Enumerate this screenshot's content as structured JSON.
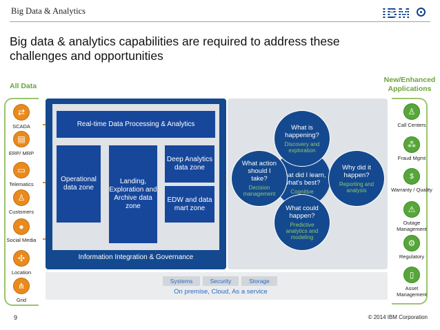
{
  "header": {
    "brand": "Big Data & Analytics",
    "logo": "IBM"
  },
  "title": "Big data & analytics capabilities are required to address these challenges and opportunities",
  "left_column": {
    "label": "All Data",
    "sources": [
      {
        "label": "SCADA",
        "icon": "scada-icon"
      },
      {
        "label": "ERP/ MRP",
        "icon": "erp-icon"
      },
      {
        "label": "Telematics",
        "icon": "car-icon"
      },
      {
        "label": "Customers",
        "icon": "person-icon"
      },
      {
        "label": "Social Media",
        "icon": "chat-icon"
      },
      {
        "label": "Location",
        "icon": "compass-icon"
      },
      {
        "label": "Grid",
        "icon": "tower-icon"
      }
    ]
  },
  "right_column": {
    "label": "New/Enhanced Applications",
    "apps": [
      {
        "label": "Call Centers",
        "icon": "person-icon"
      },
      {
        "label": "Fraud Mgmt",
        "icon": "network-icon"
      },
      {
        "label": "Warranty / Quality",
        "icon": "currency-icon"
      },
      {
        "label": "Outage Management",
        "icon": "warning-icon"
      },
      {
        "label": "Regulatory",
        "icon": "gear-icon"
      },
      {
        "label": "Asset Management",
        "icon": "meter-icon"
      }
    ]
  },
  "platform": {
    "realtime": "Real-time Data Processing & Analytics",
    "operational": "Operational data zone",
    "landing": "Landing, Exploration and Archive data zone",
    "deep": "Deep Analytics data zone",
    "edw": "EDW and data mart zone",
    "governance": "Information Integration & Governance"
  },
  "analytics": {
    "top": {
      "title": "What is happening?",
      "sub": "Discovery and exploration"
    },
    "left": {
      "title": "What action should I take?",
      "sub": "Decision management"
    },
    "center": {
      "title": "What did I learn, what's best?",
      "sub": "Cognitive"
    },
    "right": {
      "title": "Why did it happen?",
      "sub": "Reporting and analysis"
    },
    "bottom": {
      "title": "What could happen?",
      "sub": "Predictive analytics and modeling"
    }
  },
  "infrastructure": {
    "pills": [
      "Systems",
      "Security",
      "Storage"
    ],
    "deployment": "On premise, Cloud, As a service"
  },
  "footer": {
    "page_number": "9",
    "copyright": "© 2014 IBM Corporation"
  },
  "colors": {
    "accent_blue": "#14498f",
    "accent_green": "#57a639",
    "accent_orange": "#e98a1d"
  }
}
